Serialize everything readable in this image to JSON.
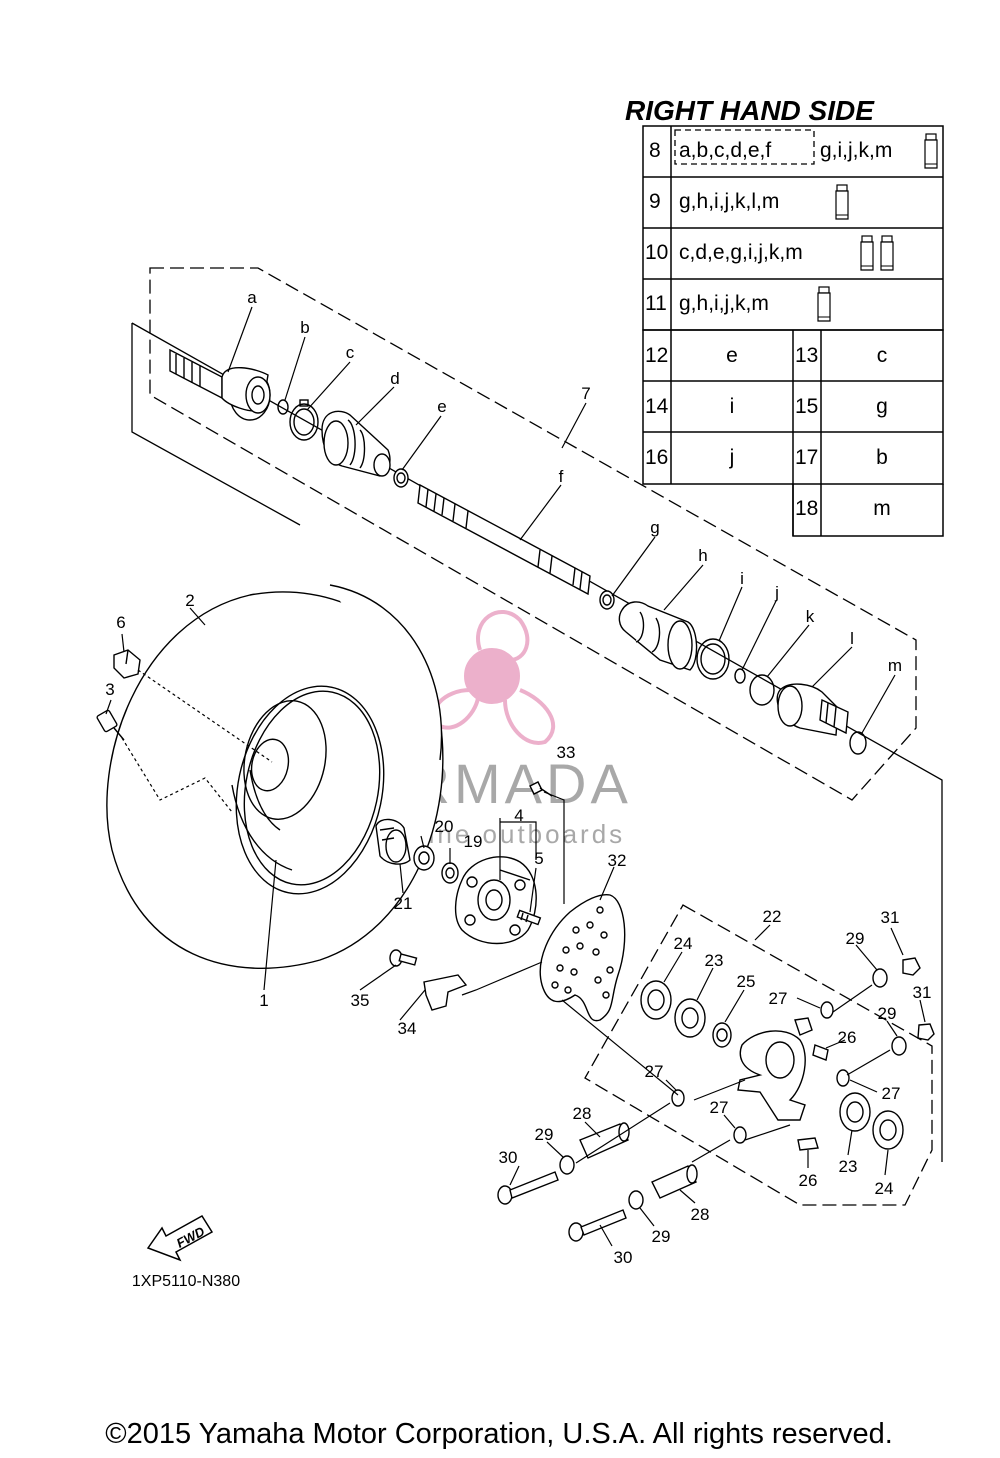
{
  "table": {
    "title": "RIGHT HAND SIDE",
    "rows": [
      {
        "no": "8",
        "boxed": "a,b,c,d,e,f",
        "text": "g,i,j,k,m",
        "tubes": 1
      },
      {
        "no": "9",
        "text": "g,h,i,j,k,l,m",
        "tubes": 1
      },
      {
        "no": "10",
        "text": "c,d,e,g,i,j,k,m",
        "tubes": 2
      },
      {
        "no": "11",
        "text": "g,h,i,j,k,m",
        "tubes": 1
      }
    ],
    "pairs": [
      {
        "left_no": "12",
        "left_val": "e",
        "right_no": "13",
        "right_val": "c"
      },
      {
        "left_no": "14",
        "left_val": "i",
        "right_no": "15",
        "right_val": "g"
      },
      {
        "left_no": "16",
        "left_val": "j",
        "right_no": "17",
        "right_val": "b"
      },
      {
        "left_no": "",
        "left_val": "",
        "right_no": "18",
        "right_val": "m"
      }
    ]
  },
  "labels": {
    "a": "a",
    "b": "b",
    "c": "c",
    "d": "d",
    "e": "e",
    "f": "f",
    "g": "g",
    "h": "h",
    "i": "i",
    "j": "j",
    "k": "k",
    "l": "l",
    "m": "m",
    "n1": "1",
    "n2": "2",
    "n3": "3",
    "n4": "4",
    "n5": "5",
    "n6": "6",
    "n7": "7",
    "n19": "19",
    "n20": "20",
    "n21": "21",
    "n22": "22",
    "n23a": "23",
    "n23b": "23",
    "n24a": "24",
    "n24b": "24",
    "n25": "25",
    "n26a": "26",
    "n26b": "26",
    "n27a": "27",
    "n27b": "27",
    "n27c": "27",
    "n27d": "27",
    "n28a": "28",
    "n28b": "28",
    "n29a": "29",
    "n29b": "29",
    "n29c": "29",
    "n29d": "29",
    "n30a": "30",
    "n30b": "30",
    "n31a": "31",
    "n31b": "31",
    "n32": "32",
    "n33": "33",
    "n34": "34",
    "n35": "35"
  },
  "fwd_label": "FWD",
  "part_code": "1XP5110-N380",
  "watermark": {
    "name": "ARMADA",
    "tagline": "marine outboards",
    "color": "#e9a3c3",
    "text_color": "#9a9a9a"
  },
  "copyright": "©2015 Yamaha Motor Corporation, U.S.A. All rights reserved."
}
